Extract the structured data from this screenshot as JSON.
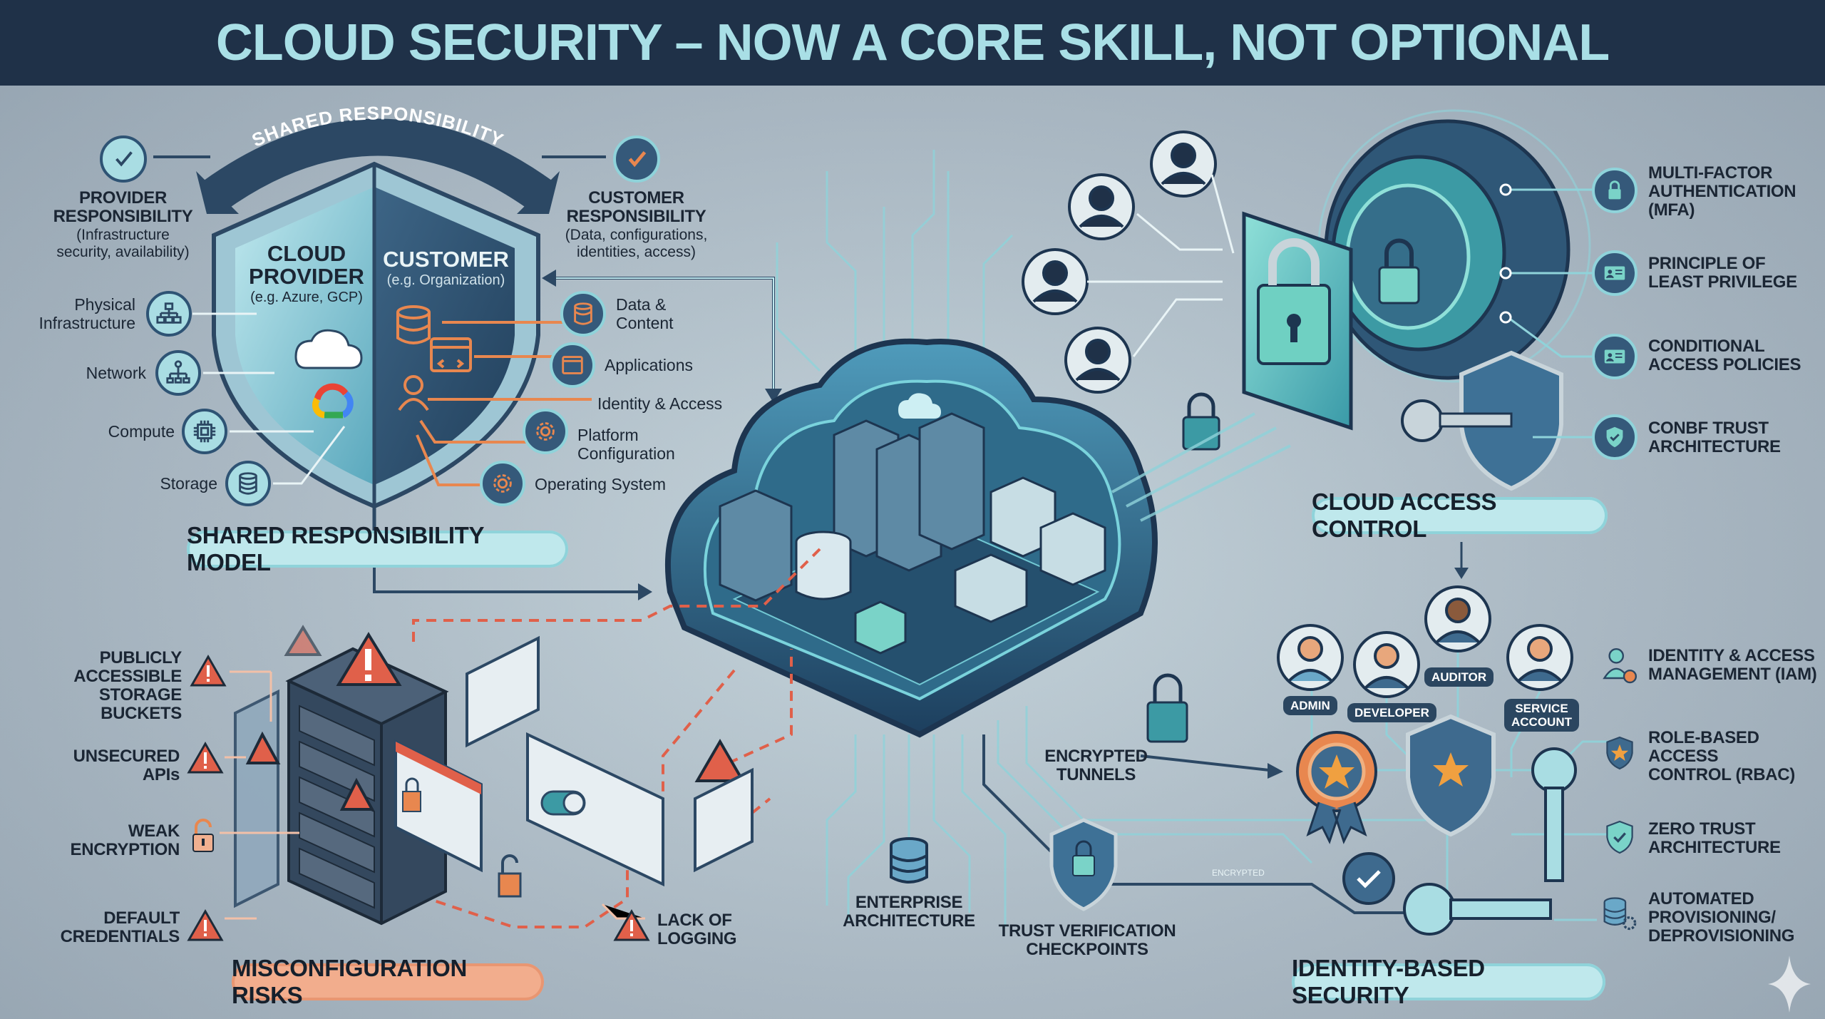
{
  "title": "CLOUD SECURITY – NOW A CORE SKILL, NOT OPTIONAL",
  "colors": {
    "title_bar": "#1f3148",
    "title_text": "#a9dfe6",
    "teal": "#8fd3da",
    "navy": "#2b4a66",
    "orange": "#e8874f",
    "warning_red": "#e0604a"
  },
  "shared": {
    "arc_label": "SHARED RESPONSIBILITY",
    "provider": {
      "heading": "PROVIDER\nRESPONSIBILITY",
      "detail": "(Infrastructure\nsecurity, availability)",
      "icon": "check-circle-icon"
    },
    "customer": {
      "heading": "CUSTOMER\nRESPONSIBILITY",
      "detail": "(Data, configurations,\nidentities, access)",
      "icon": "check-circle-icon"
    },
    "shield_left": {
      "title": "CLOUD\nPROVIDER",
      "subtitle": "(e.g. Azure, GCP)"
    },
    "shield_right": {
      "title": "CUSTOMER",
      "subtitle": "(e.g. Organization)"
    },
    "provider_items": [
      {
        "label": "Physical\nInfrastructure",
        "icon": "hierarchy-icon"
      },
      {
        "label": "Network",
        "icon": "network-icon"
      },
      {
        "label": "Compute",
        "icon": "cpu-chip-icon"
      },
      {
        "label": "Storage",
        "icon": "database-icon"
      }
    ],
    "customer_items": [
      {
        "label": "Data &\nContent",
        "icon": "database-icon"
      },
      {
        "label": "Applications",
        "icon": "app-window-icon"
      },
      {
        "label": "Identity & Access",
        "icon": "user-icon"
      },
      {
        "label": "Platform\nConfiguration",
        "icon": "gear-icon"
      },
      {
        "label": "Operating System",
        "icon": "gear-icon"
      }
    ],
    "section_label": "SHARED RESPONSIBILITY MODEL"
  },
  "access_control": {
    "items": [
      {
        "label": "MULTI-FACTOR\nAUTHENTICATION\n(MFA)",
        "icon": "lock-icon"
      },
      {
        "label": "PRINCIPLE OF\nLEAST PRIVILEGE",
        "icon": "id-card-icon"
      },
      {
        "label": "CONDITIONAL\nACCESS POLICIES",
        "icon": "id-card-icon"
      },
      {
        "label": "CONBF TRUST\nARCHITECTURE",
        "icon": "shield-check-icon"
      }
    ],
    "section_label": "CLOUD ACCESS CONTROL"
  },
  "identity": {
    "roles": [
      "ADMIN",
      "DEVELOPER",
      "AUDITOR",
      "SERVICE\nACCOUNT"
    ],
    "items": [
      {
        "label": "IDENTITY & ACCESS\nMANAGEMENT (IAM)",
        "icon": "user-gear-icon"
      },
      {
        "label": "ROLE-BASED\nACCESS\nCONTROL (RBAC)",
        "icon": "shield-star-icon"
      },
      {
        "label": "ZERO TRUST\nARCHITECTURE",
        "icon": "shield-check-icon"
      },
      {
        "label": "AUTOMATED\nPROVISIONING/\nDEPROVISIONING",
        "icon": "database-gear-icon"
      }
    ],
    "section_label": "IDENTITY-BASED SECURITY"
  },
  "center": {
    "encrypted_tunnels": "ENCRYPTED\nTUNNELS",
    "enterprise_architecture": "ENTERPRISE\nARCHITECTURE",
    "trust_checkpoints": "TRUST VERIFICATION\nCHECKPOINTS",
    "encrypted_tag": "ENCRYPTED"
  },
  "risks": {
    "items": [
      {
        "label": "PUBLICLY\nACCESSIBLE\nSTORAGE\nBUCKETS",
        "icon": "warning-icon"
      },
      {
        "label": "UNSECURED\nAPIs",
        "icon": "warning-icon"
      },
      {
        "label": "WEAK\nENCRYPTION",
        "icon": "unlocked-padlock-icon"
      },
      {
        "label": "DEFAULT\nCREDENTIALS",
        "icon": "warning-icon"
      }
    ],
    "logging": {
      "label": "LACK OF\nLOGGING",
      "icon": "warning-icon"
    },
    "section_label": "MISCONFIGURATION RISKS"
  }
}
